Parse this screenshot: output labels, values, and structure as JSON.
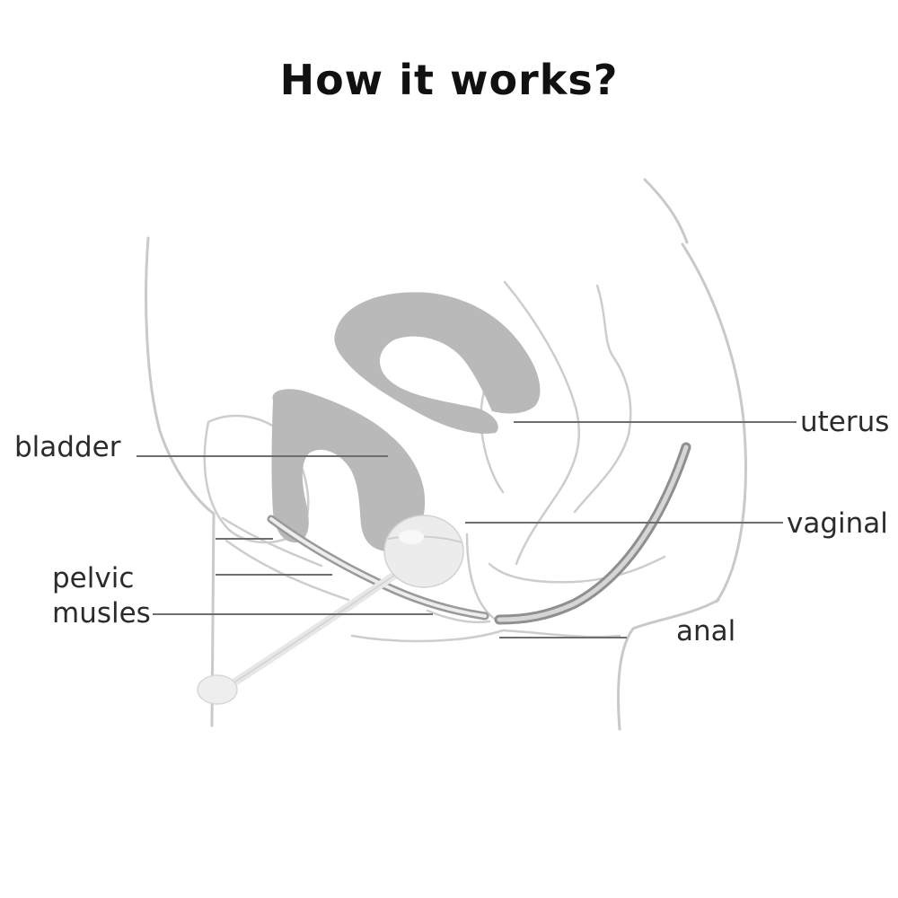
{
  "title": "How it works?",
  "labels": {
    "bladder": "bladder",
    "pelvic_line1": "pelvic",
    "pelvic_line2": "musles",
    "uterus": "uterus",
    "vaginal": "vaginal",
    "anal": "anal"
  },
  "colors": {
    "outline": "#c9c9c9",
    "organ_fill": "#b9b9b9",
    "canal": "#9a9a9a",
    "leader": "#6e6e6e",
    "device": "#e9e9e9"
  }
}
